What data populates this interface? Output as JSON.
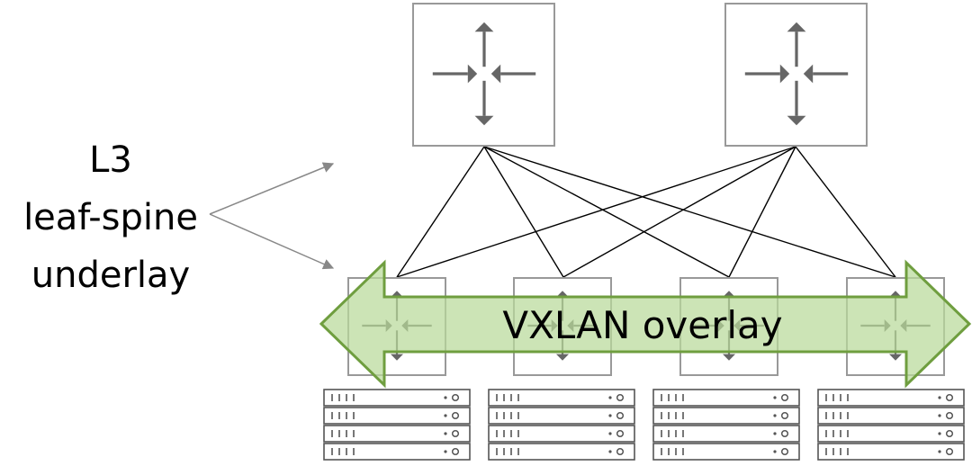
{
  "underlay_label": {
    "line1": "L3",
    "line2": "leaf-spine",
    "line3": "underlay"
  },
  "overlay_label": "VXLAN overlay",
  "spine_switches": [
    {
      "id": "spine-1"
    },
    {
      "id": "spine-2"
    }
  ],
  "leaf_switches": [
    {
      "id": "leaf-1"
    },
    {
      "id": "leaf-2"
    },
    {
      "id": "leaf-3"
    },
    {
      "id": "leaf-4"
    }
  ],
  "server_racks": [
    {
      "id": "rack-1",
      "servers": 4
    },
    {
      "id": "rack-2",
      "servers": 4
    },
    {
      "id": "rack-3",
      "servers": 4
    },
    {
      "id": "rack-4",
      "servers": 4
    }
  ],
  "colors": {
    "overlay_fill": "#b9d99a",
    "overlay_stroke": "#6f9e3f",
    "switch_stroke": "#999999",
    "arrow_gray": "#666666",
    "link": "#000000"
  },
  "icons": {
    "switch": "router-arrows-icon",
    "server": "rack-server-icon"
  }
}
